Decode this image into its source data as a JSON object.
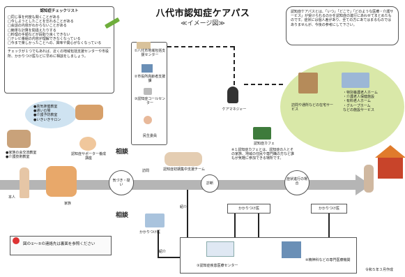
{
  "header": {
    "title": "八代市認知症ケアパス",
    "subtitle": "≪イメージ図≫"
  },
  "checklist": {
    "title": "認知症チェックリスト",
    "items": [
      "□同じ事を何度も聞くことがある",
      "□今しようとしたことを忘れることがある",
      "□会話の内容がわからないことがある",
      "□簡単な計算を間違えたりする",
      "□料理の手順などが段取り良くできない",
      "□テレビ番組の内容が理解できなくなっている",
      "□今まで楽しかったことへの、興味や関心がなくなっている"
    ],
    "note": "チェックが１つでもあれば、近くの地域包括支援センターや市役所、かかりつけ医などに早めに相談をしましょう。"
  },
  "info_box": {
    "text": "認知症ケアパスとは、「いつ」「どこで」「どのような医療・介護サービス」が受けられるのかを認知症の進行にあわせてまとめたものです。症状には個人差があり、全ての方にあてはまるものではありませんが、今後の参考にして下さい。"
  },
  "services": {
    "left_label": "訪問や通所などの在宅サービス",
    "right_items": [
      "・特別養護老人ホーム",
      "・介護老人保健施設",
      "・有料老人ホーム",
      "・グループホーム",
      "などの施設サービス"
    ]
  },
  "consult_column": [
    "①八代市地域包括支援センター",
    "②市役所高齢者支援課",
    "③認知症コールセンター",
    "民生委員"
  ],
  "labels": {
    "care_manager": "ケアマネジャー",
    "cafe": "認知症カフェ",
    "cafe_note": "※１認知症カフェとは、認知症の人とその家族、地域の住民や専門職の方など誰もが気軽に参加できる場所です。",
    "support_team": "認知症初期集中支援チーム",
    "visit": "訪問",
    "visit2": "診断",
    "consult1": "相談",
    "consult2": "相談",
    "stage1": "気づき・疑い",
    "stage2": "症状進行の場合",
    "honin": "本人",
    "kazoku": "家族",
    "family_doctor1": "かかりつけ医",
    "family_doctor2": "かかりつけ医",
    "family_doctor3": "かかりつけ医",
    "refer1": "紹介",
    "refer2": "紹介",
    "medical_center": "③認知症疾患医療センター",
    "specialist": "④精神科などの専門医療機関",
    "supporter": "認知症サポーター養成講座",
    "footer_note": "図の①～⑤の連絡先は裏面を参照ください",
    "date": "令和５年３月作成"
  },
  "community_bubble": [
    "●高気楽健教室",
    "●通いの場",
    "●介護予防教室",
    "●いきいきサロン"
  ],
  "community_left": [
    "●家族の会交流教室",
    "●介護技術教室"
  ],
  "colors": {
    "arrow_gray": "#b5b5b5",
    "green_area": "#d9e8a8",
    "green_dark": "#b9d57b",
    "bubble_blue": "#cfe3f1",
    "house_red": "#c8442a",
    "roof_orange": "#e07b2c"
  }
}
